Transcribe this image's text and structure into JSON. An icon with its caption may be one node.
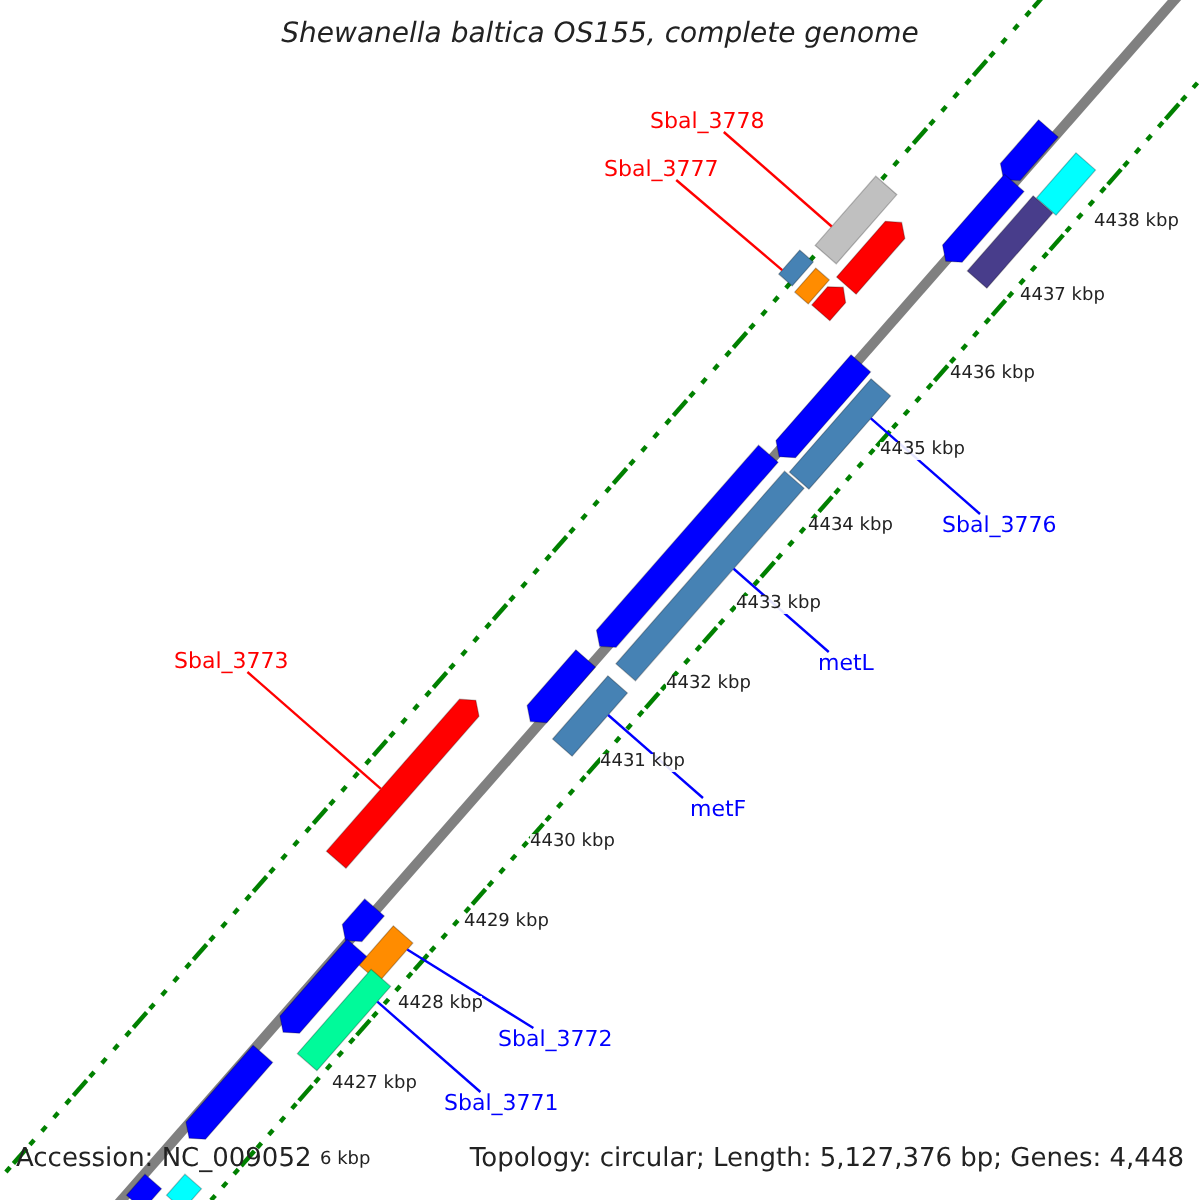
{
  "diagram": {
    "title": "Shewanella baltica OS155, complete genome",
    "nodes": [
      {
        "text": [
          "Sbal_3778"
        ]
      },
      {
        "text": [
          "Sbal_3777"
        ]
      },
      {
        "text": [
          "Sbal_3776"
        ]
      },
      {
        "text": [
          "metL"
        ]
      },
      {
        "text": [
          "metF"
        ]
      },
      {
        "text": [
          "Sbal_3773"
        ]
      },
      {
        "text": [
          "Sbal_3772"
        ]
      },
      {
        "text": [
          "Sbal_3771"
        ]
      },
      {
        "text": [],
        "shape": "box"
      },
      {
        "text": [],
        "shape": "box"
      },
      {
        "text": [],
        "shape": "box"
      },
      {
        "text": [],
        "shape": "box"
      },
      {
        "text": [],
        "shape": "box"
      },
      {
        "text": [],
        "shape": "box"
      },
      {
        "text": [],
        "shape": "box"
      },
      {
        "text": [],
        "shape": "box"
      },
      {
        "text": [],
        "shape": "box"
      },
      {
        "text": [],
        "shape": "box"
      },
      {
        "text": [],
        "shape": "box"
      },
      {
        "text": [],
        "shape": "box"
      },
      {
        "text": [],
        "shape": "box"
      },
      {
        "text": [],
        "shape": "box"
      },
      {
        "text": [],
        "shape": "box"
      },
      {
        "text": [],
        "shape": "box"
      },
      {
        "text": [],
        "shape": "box"
      },
      {
        "text": [],
        "shape": "box"
      },
      {
        "text": [],
        "shape": "box"
      },
      {
        "text": [],
        "shape": "box"
      },
      {
        "text": [],
        "shape": "box"
      },
      {
        "text": [],
        "shape": "box"
      },
      {
        "text": [],
        "shape": "box"
      }
    ],
    "edges": [
      {
        "from": 0,
        "to": 8,
        "arrow": "none",
        "color": "#ff0000"
      },
      {
        "from": 1,
        "to": 9,
        "arrow": "none",
        "color": "#ff0000"
      },
      {
        "from": 2,
        "to": 10,
        "arrow": "none"
      },
      {
        "from": 3,
        "to": 11,
        "arrow": "none"
      },
      {
        "from": 4,
        "to": 12,
        "arrow": "none"
      },
      {
        "from": 5,
        "to": 13,
        "arrow": "none",
        "color": "#ff0000"
      },
      {
        "from": 6,
        "to": 14,
        "arrow": "none"
      },
      {
        "from": 7,
        "to": 15,
        "arrow": "none"
      }
    ],
    "labels": [
      "4438 kbp",
      "4437 kbp",
      "4436 kbp",
      "4435 kbp",
      "4434 kbp",
      "4433 kbp",
      "4432 kbp",
      "4431 kbp",
      "4430 kbp",
      "4429 kbp",
      "4428 kbp",
      "4427 kbp",
      "6 kbp",
      "Accession: NC_009052",
      "Topology: circular; Length: 5,127,376 bp; Genes: 4,448"
    ]
  }
}
